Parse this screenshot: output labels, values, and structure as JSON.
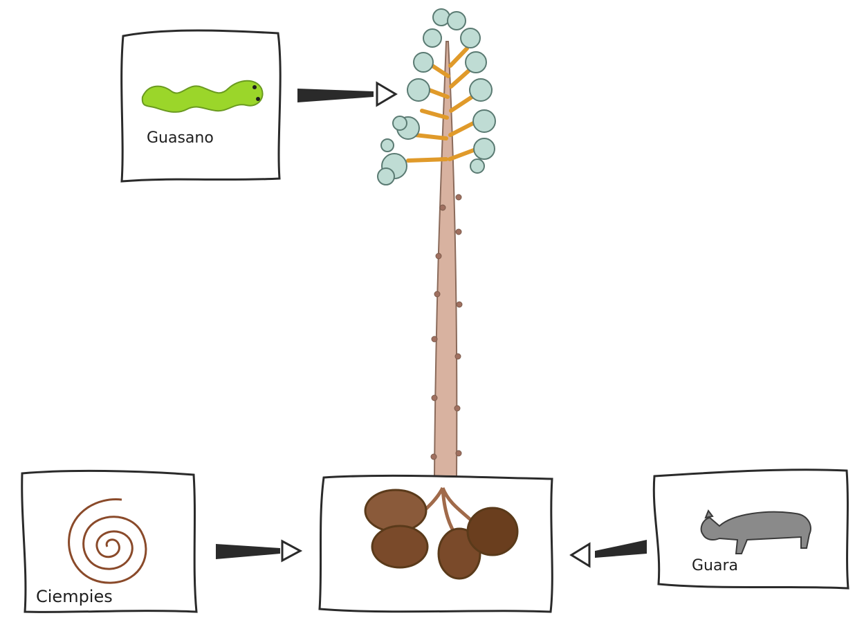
{
  "diagram": {
    "boxes": {
      "guasano": {
        "label": "Guasano"
      },
      "ciempies": {
        "label": "Ciempies"
      },
      "guara": {
        "label": "Guara"
      }
    },
    "colors": {
      "outline": "#2a2a2a",
      "worm": "#9bd62a",
      "trunk": "#cfa48e",
      "leaves": "#b7d6cf",
      "fronds": "#e9a93a",
      "seeds": "#7a4a1e",
      "spiral": "#8a4a2a",
      "animal": "#555555"
    }
  }
}
